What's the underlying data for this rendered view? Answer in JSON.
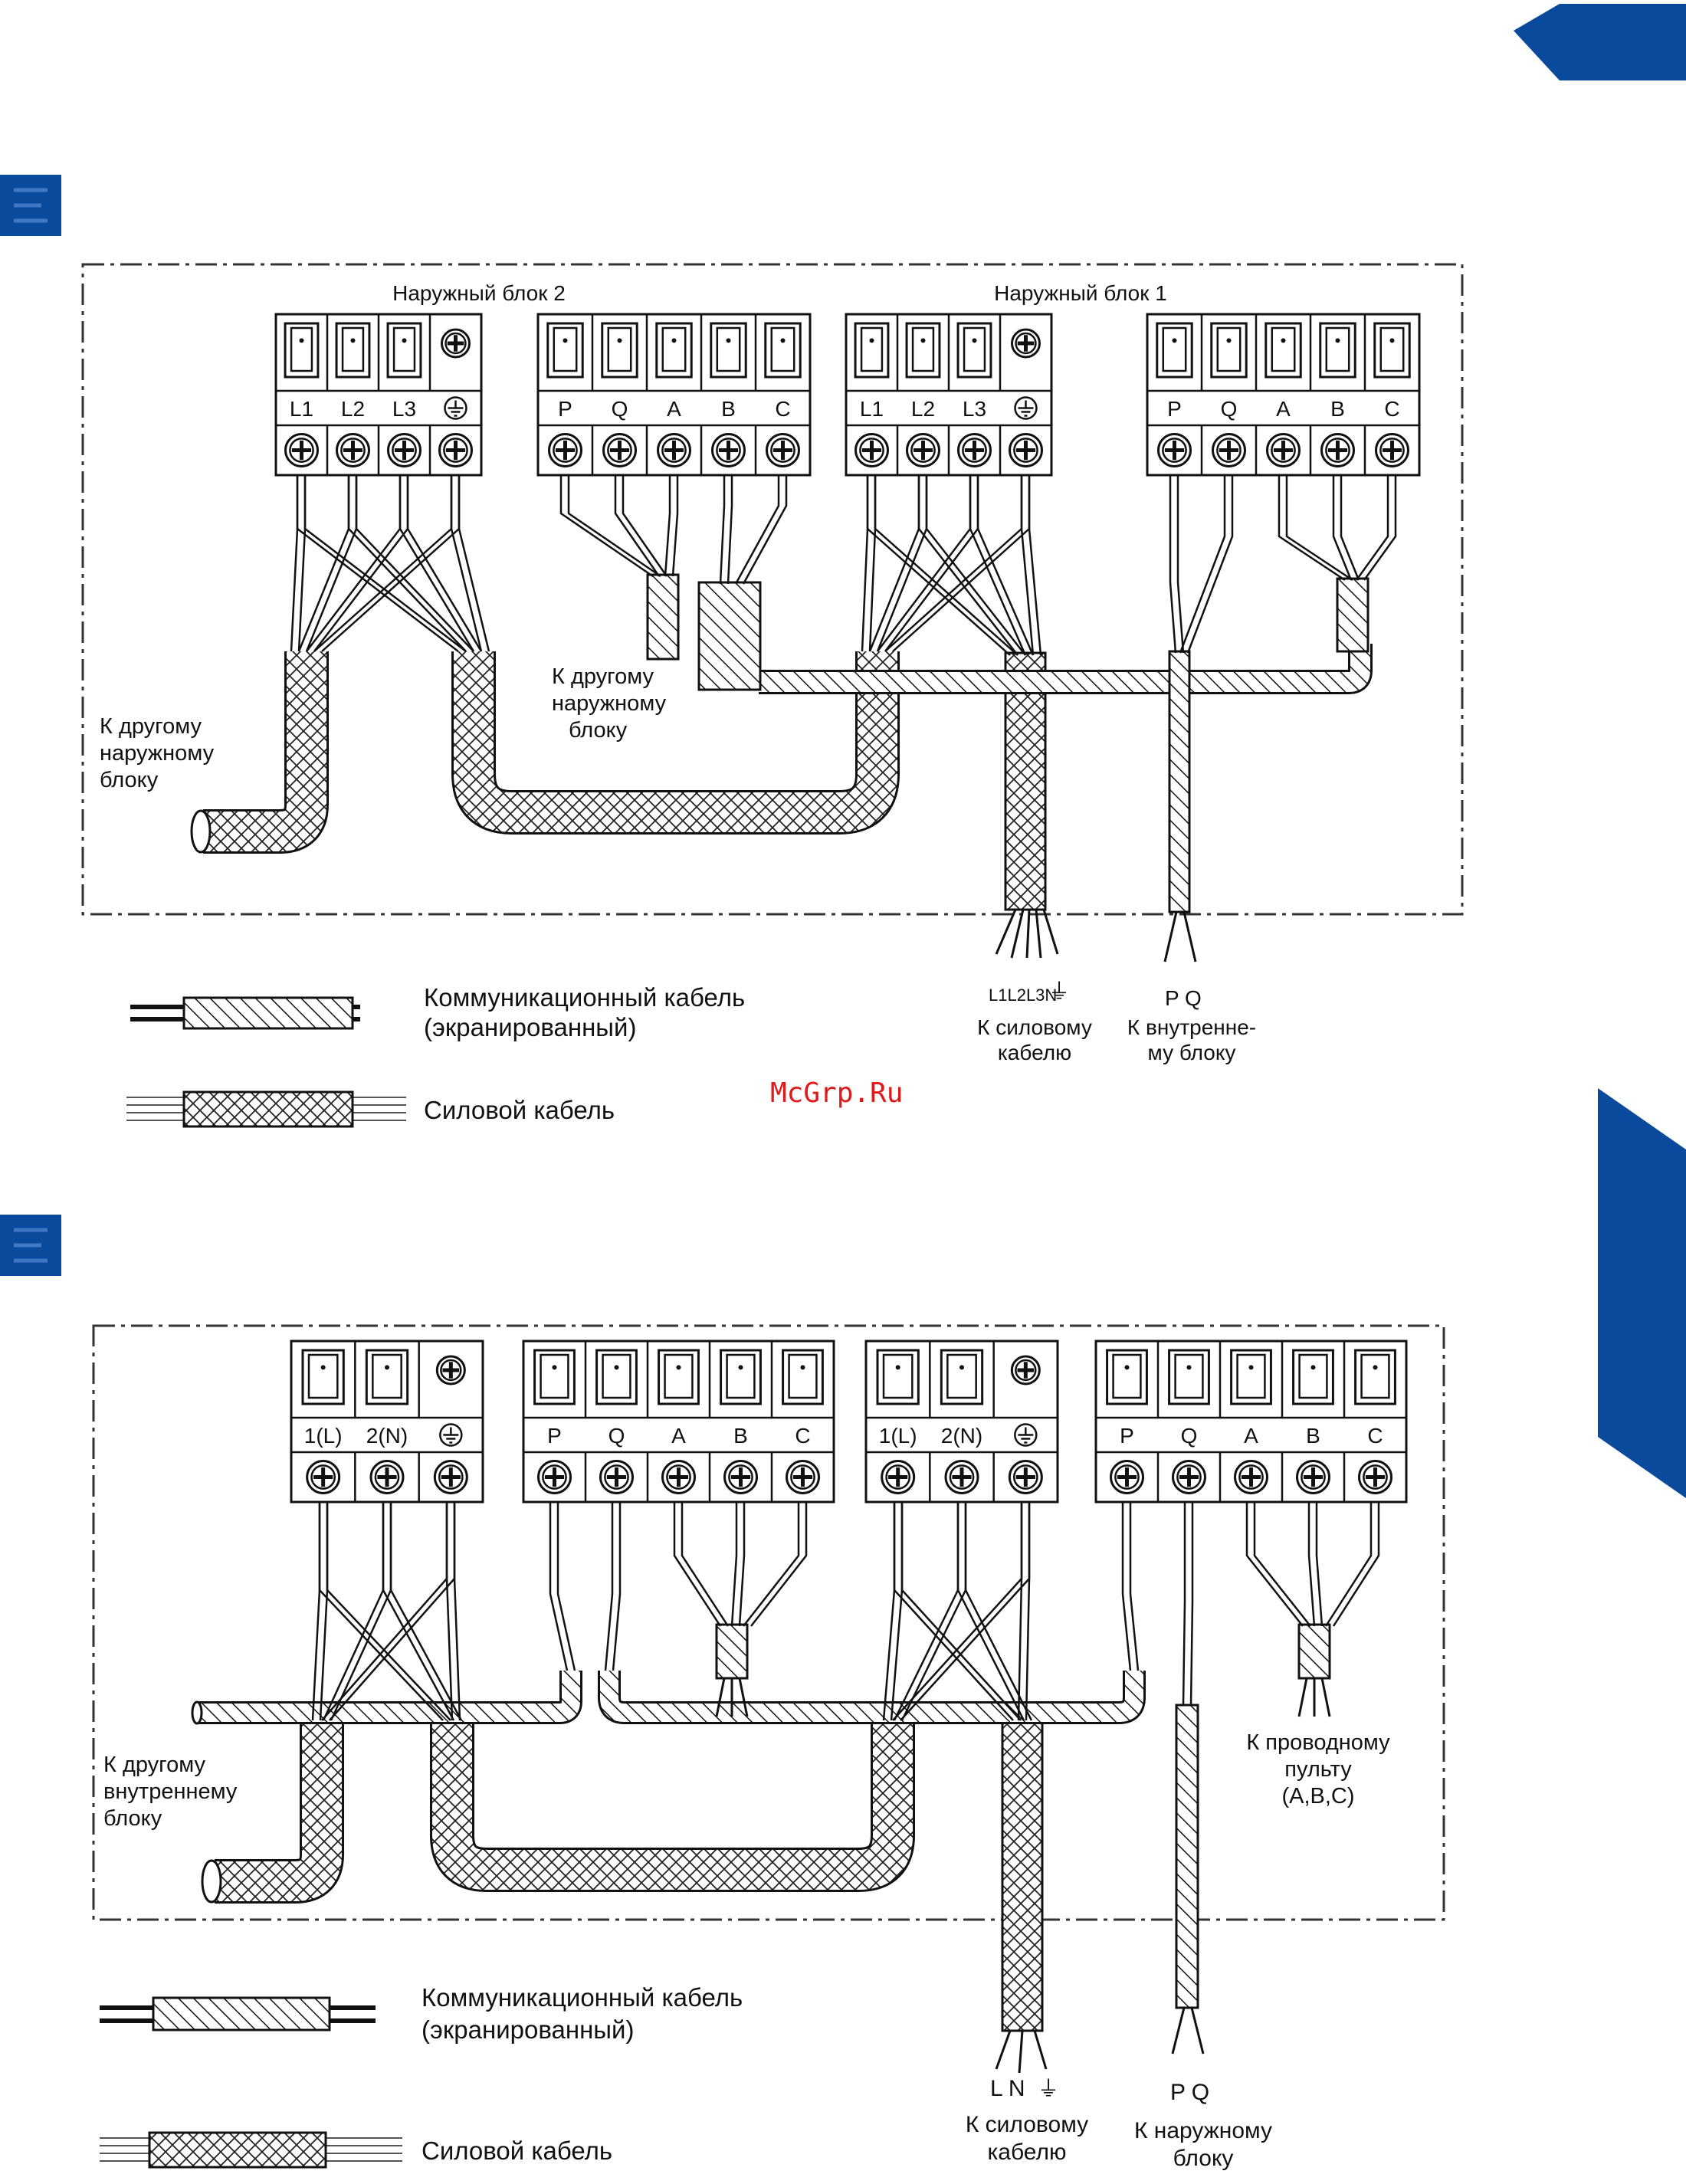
{
  "brand": {
    "accent": "#0a4a9c",
    "accent_dark": "#063a7e"
  },
  "watermark": "McGrp.Ru",
  "diagram1": {
    "unit2_label": "Наружный блок 2",
    "unit1_label": "Наружный блок 1",
    "power_terminals": [
      "L1",
      "L2",
      "L3"
    ],
    "comm_terminals": [
      "P",
      "Q",
      "A",
      "B",
      "C"
    ],
    "left_note": [
      "К другому",
      "наружному",
      "блоку"
    ],
    "mid_note": [
      "К другому",
      "наружному",
      "блоку"
    ],
    "power_wires": "L1L2L3N",
    "comm_wires": "P Q",
    "power_dest": [
      "К силовому",
      "кабелю"
    ],
    "comm_dest": [
      "К внутренне-",
      "му блоку"
    ]
  },
  "diagram2": {
    "power_terminals": [
      "1(L)",
      "2(N)"
    ],
    "comm_terminals": [
      "P",
      "Q",
      "A",
      "B",
      "C"
    ],
    "left_note": [
      "К другому",
      "внутреннему",
      "блоку"
    ],
    "remote_note": [
      "К проводному",
      "пульту",
      "(A,B,C)"
    ],
    "power_wires": "L N",
    "comm_wires": "P Q",
    "power_dest": [
      "К силовому",
      "кабелю"
    ],
    "comm_dest": [
      "К наружному",
      "блоку"
    ]
  },
  "legend": {
    "comm_cable": [
      "Коммуникационный кабель",
      "(экранированный)"
    ],
    "power_cable": "Силовой кабель"
  }
}
